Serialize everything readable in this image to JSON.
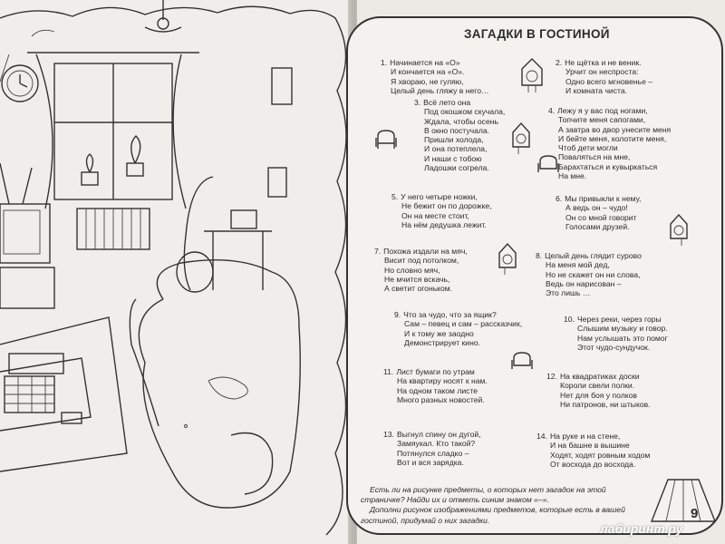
{
  "page": {
    "title": "Загадки в гостиной",
    "page_number": "9",
    "watermark": "лабиринт.ру"
  },
  "riddles": [
    {
      "number": "1.",
      "lines": [
        "Начинается на «О»",
        "И кончается на «О».",
        "Я хвораю, не гуляю,",
        "Целый день гляжу в него…"
      ]
    },
    {
      "number": "2.",
      "lines": [
        "Не щётка и не веник.",
        "Урчит он неспроста:",
        "Одно всего мгновенье –",
        "И комната чиста."
      ]
    },
    {
      "number": "3.",
      "lines": [
        "Всё лето она",
        "Под окошком скучала,",
        "Ждала, чтобы осень",
        "В окно постучала.",
        "Пришли холода,",
        "И она потеплела,",
        "И наши с тобою",
        "Ладошки согрела."
      ]
    },
    {
      "number": "4.",
      "lines": [
        "Лежу я у вас под ногами,",
        "Топчите меня сапогами,",
        "А завтра во двор унесите меня",
        "И бейте меня, колотите меня,",
        "Чтоб дети могли",
        "Поваляться на мне,",
        "Барахтаться и кувыркаться",
        "На мне."
      ]
    },
    {
      "number": "5.",
      "lines": [
        "У него четыре ножки,",
        "Не бежит он по дорожке,",
        "Он на месте стоит,",
        "На нём дедушка лежит."
      ]
    },
    {
      "number": "6.",
      "lines": [
        "Мы привыкли к нему,",
        "А ведь он – чудо!",
        "Он со мной говорит",
        "Голосами друзей."
      ]
    },
    {
      "number": "7.",
      "lines": [
        "Похожа издали на мяч,",
        "Висит под потолком,",
        "Но словно мяч,",
        "Не мчится вскачь,",
        "А светит огоньком."
      ]
    },
    {
      "number": "8.",
      "lines": [
        "Целый день глядит сурово",
        "На меня мой дед,",
        "Но не скажет он ни слова,",
        "Ведь он нарисован –",
        "Это лишь …"
      ]
    },
    {
      "number": "9.",
      "lines": [
        "Что за чудо, что за ящик?",
        "Сам – певец и сам – рассказчик,",
        "И к тому же заодно",
        "Демонстрирует кино."
      ]
    },
    {
      "number": "10.",
      "lines": [
        "Через реки, через горы",
        "Слышим музыку и говор.",
        "Нам услышать это помог",
        "Этот чудо-сундучок."
      ]
    },
    {
      "number": "11.",
      "lines": [
        "Лист бумаги по утрам",
        "На квартиру носят к нам.",
        "На одном таком листе",
        "Много разных новостей."
      ]
    },
    {
      "number": "12.",
      "lines": [
        "На квадратиках доски",
        "Короли свели полки.",
        "Нет для боя у полков",
        "Ни патронов, ни штыков."
      ]
    },
    {
      "number": "13.",
      "lines": [
        "Выгнул спину он дугой,",
        "Замяукал. Кто такой?",
        "Потянулся сладко –",
        "Вот и вся зарядка."
      ]
    },
    {
      "number": "14.",
      "lines": [
        "На руке и на стене,",
        "И на башне в вышине",
        "Ходят, ходят ровным ходом",
        "От восхода до восхода."
      ]
    }
  ],
  "footnote": {
    "p1": "Есть ли на рисунке предметы, о которых нет загадок на этой страничке? Найди их и отметь синим знаком «–».",
    "p2": "Дополни рисунок изображениями предметов, которые есть в вашей гостиной, придумай о них загадки."
  },
  "icons": {
    "armchair": "armchair-icon",
    "clock": "cuckoo-clock-icon",
    "lamp": "lampshade-icon"
  }
}
